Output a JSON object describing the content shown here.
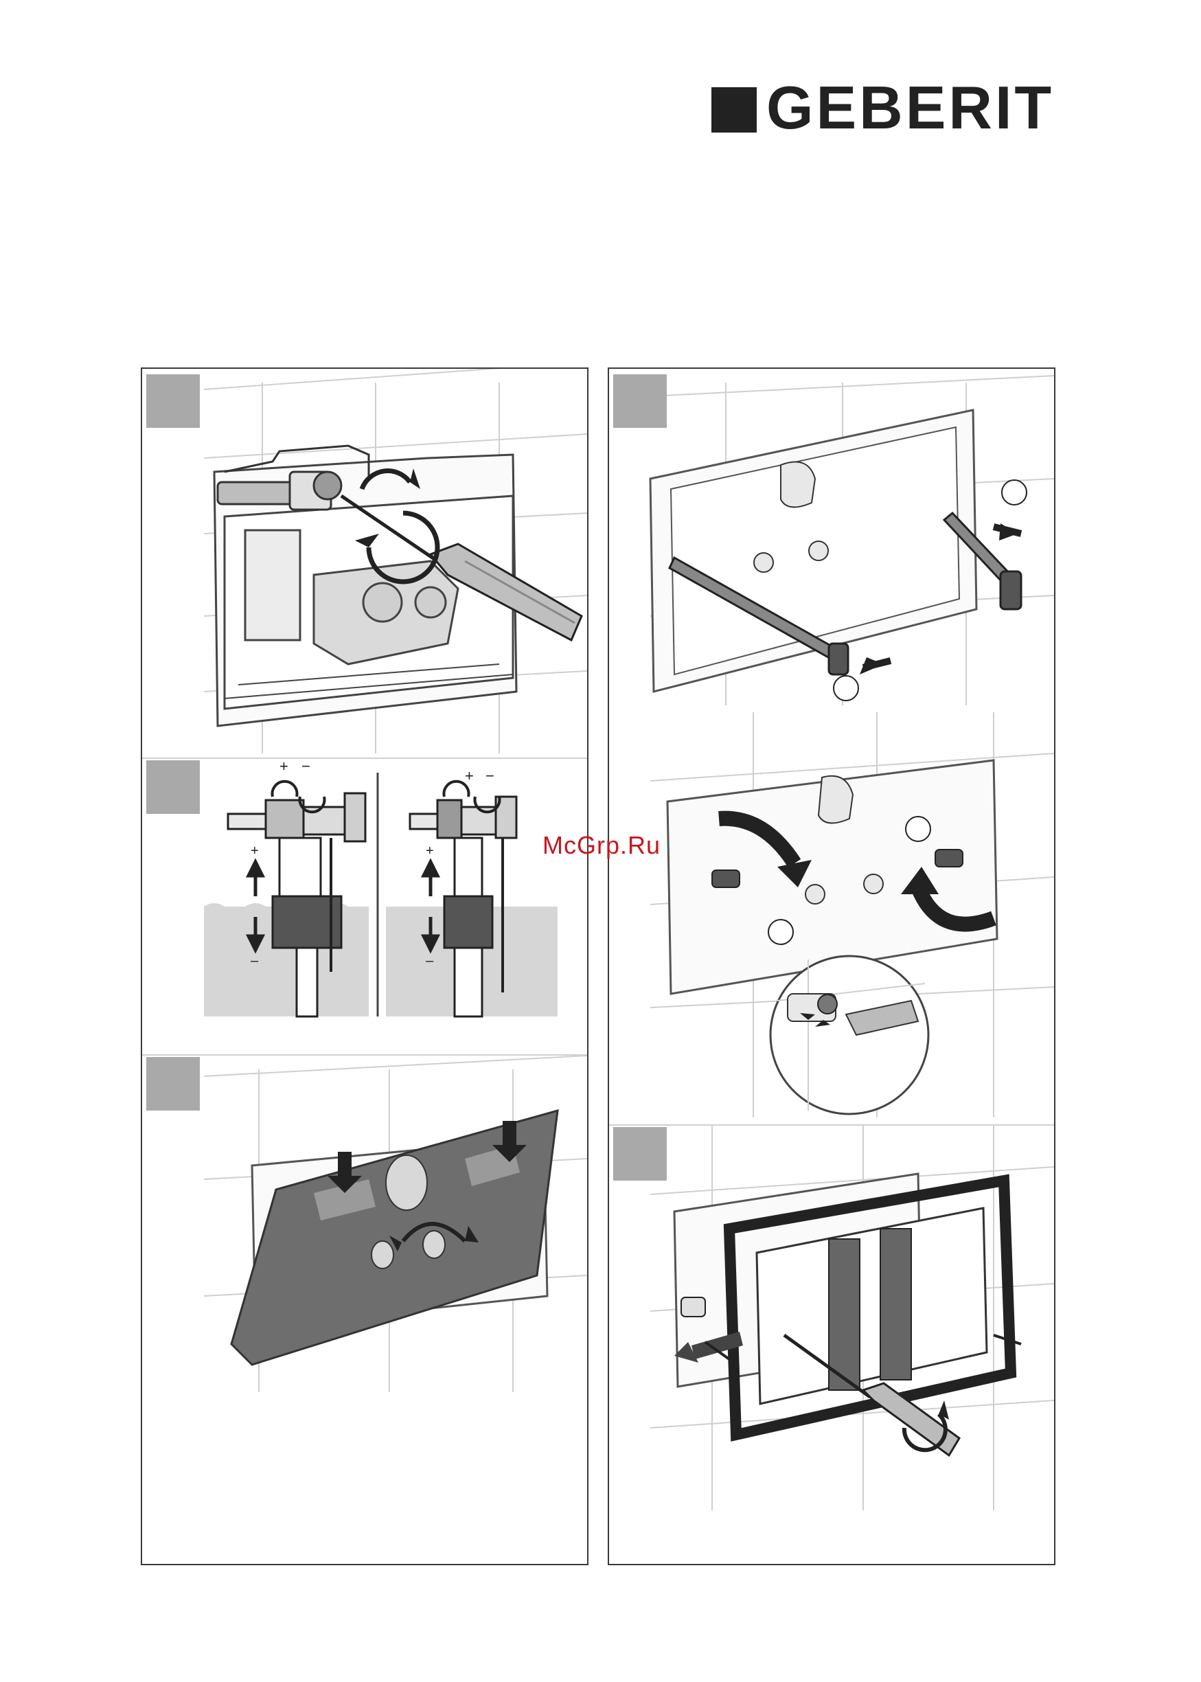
{
  "brand": {
    "name": "GEBERIT"
  },
  "watermark": {
    "text": "McGrp.Ru"
  },
  "steps": {
    "left": [
      "step-1-replace-valve-tighten",
      "step-2-adjust-fill-level",
      "step-3-protective-cover"
    ],
    "right": [
      "step-4-threaded-rods",
      "step-5-rotate-fixings",
      "step-6-mount-frame"
    ]
  },
  "labels": {
    "plus": "+",
    "minus": "−",
    "plus_small": "+",
    "minus_small": "–"
  },
  "colors": {
    "frame": "#3a3a3a",
    "badge": "#a9a9a9",
    "tile_line": "#c9c9c9",
    "water": "#d6d6d6",
    "watermark": "#c8161d"
  }
}
